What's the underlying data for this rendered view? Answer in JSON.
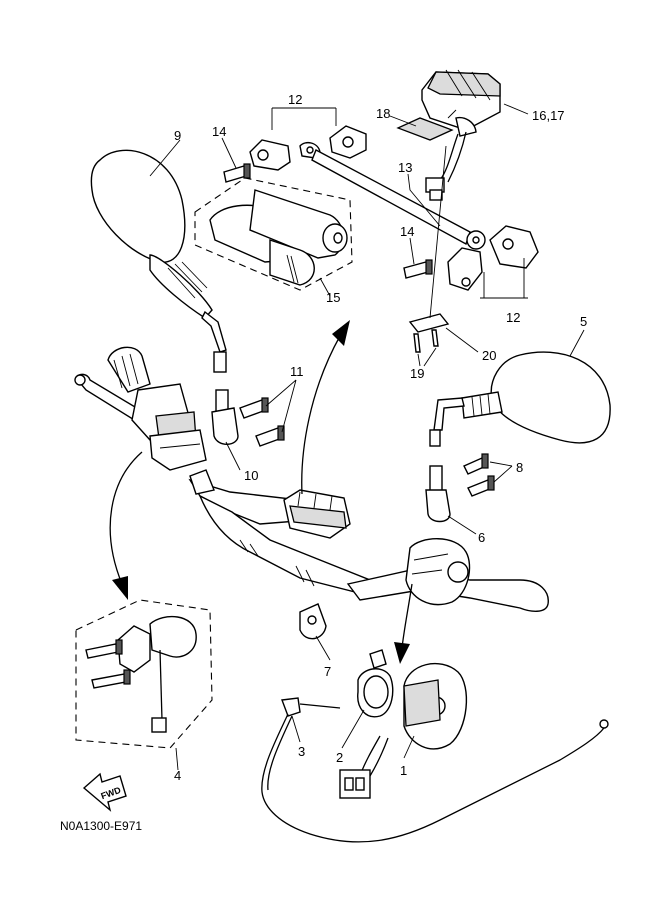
{
  "callouts": {
    "c1": "1",
    "c2": "2",
    "c3": "3",
    "c4": "4",
    "c5": "5",
    "c6": "6",
    "c7": "7",
    "c8": "8",
    "c9": "9",
    "c10": "10",
    "c11": "11",
    "c12a": "12",
    "c12b": "12",
    "c13": "13",
    "c14a": "14",
    "c14b": "14",
    "c15": "15",
    "c1617": "16,17",
    "c18": "18",
    "c19": "19",
    "c20": "20"
  },
  "fwd_label": "FWD",
  "diagram_code": "N0A1300-E971"
}
